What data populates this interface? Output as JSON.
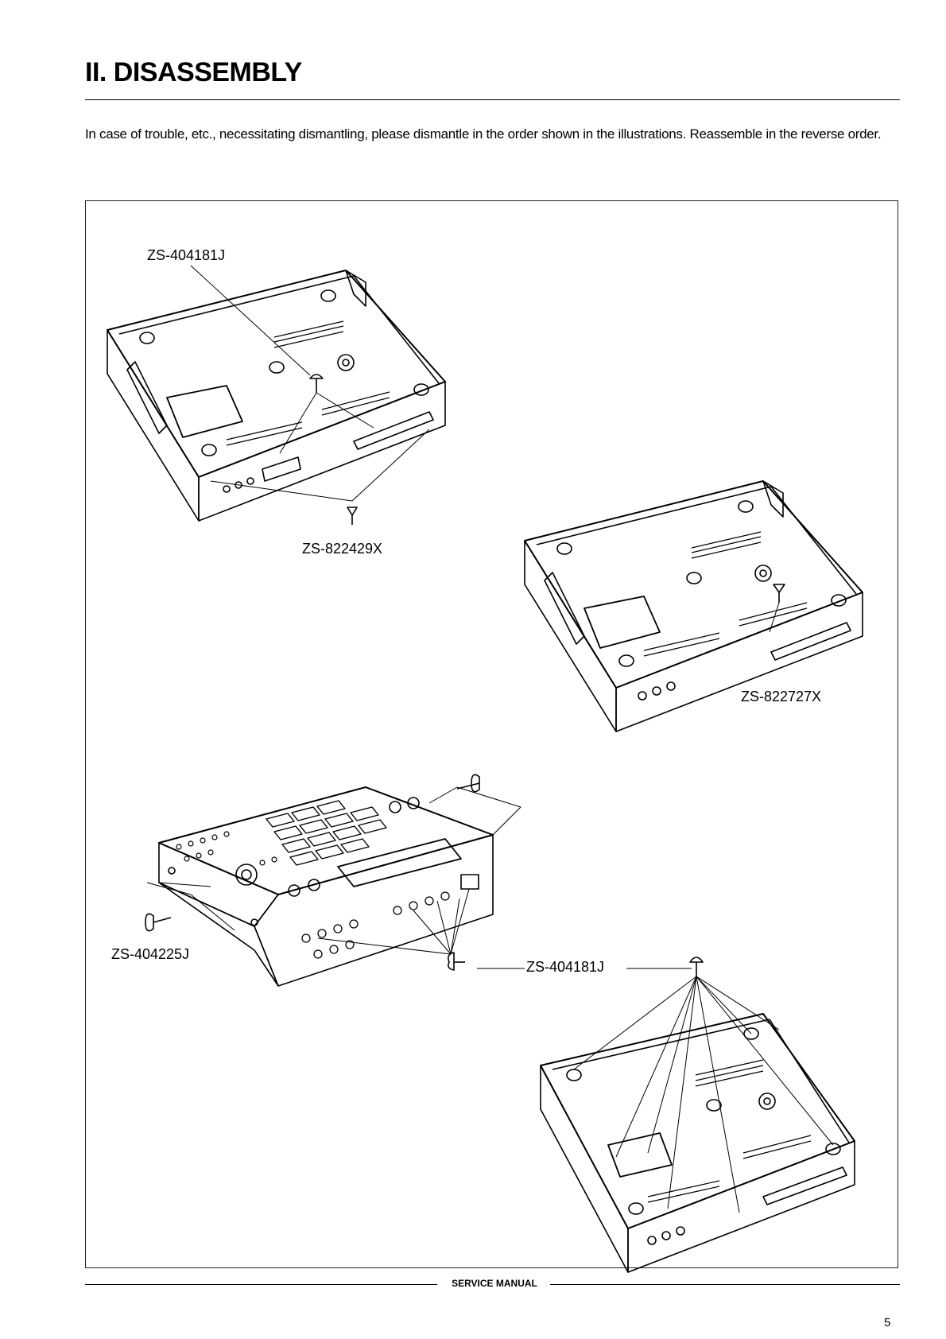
{
  "header": {
    "title": "II. DISASSEMBLY",
    "intro": "In case of trouble, etc., necessitating dismantling, please dismantle in the order shown in the illustrations. Reassemble in the reverse order."
  },
  "labels": {
    "step1_top": "ZS-404181J",
    "step1_bottom": "ZS-822429X",
    "step2": "ZS-822727X",
    "step3_left": "ZS-404225J",
    "step3_right": "ZS-404181J"
  },
  "footer": {
    "text": "SERVICE MANUAL",
    "page_number": "5"
  }
}
